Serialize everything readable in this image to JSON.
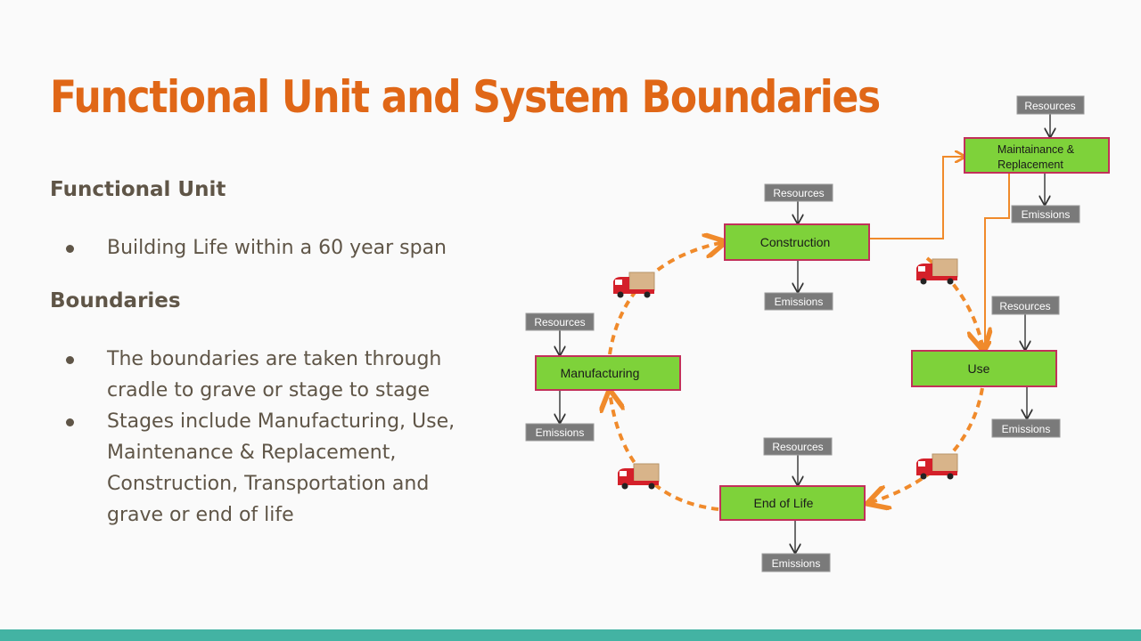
{
  "slide": {
    "title": "Functional Unit and System Boundaries"
  },
  "functional_unit": {
    "heading": "Functional Unit",
    "bullets": [
      "Building Life within a 60 year span"
    ]
  },
  "boundaries": {
    "heading": "Boundaries",
    "bullets": [
      "The boundaries are taken through cradle to grave or stage to stage",
      "Stages include Manufacturing, Use, Maintenance & Replacement, Construction, Transportation and grave or end of life"
    ]
  },
  "diagram": {
    "stages": {
      "construction": "Construction",
      "maintenance": [
        "Maintainance &",
        "Replacement"
      ],
      "use": "Use",
      "end_of_life": "End of Life",
      "manufacturing": "Manufacturing"
    },
    "resources_label": "Resources",
    "emissions_label": "Emissions",
    "icons": [
      "delivery-truck-icon"
    ]
  },
  "colors": {
    "title": "#e06717",
    "text": "#5f5547",
    "stage_fill": "#7ed23a",
    "stage_border": "#c2305a",
    "arrow": "#f08a2b",
    "tag_fill": "#7a7a7a",
    "footer": "#43b3a3"
  }
}
